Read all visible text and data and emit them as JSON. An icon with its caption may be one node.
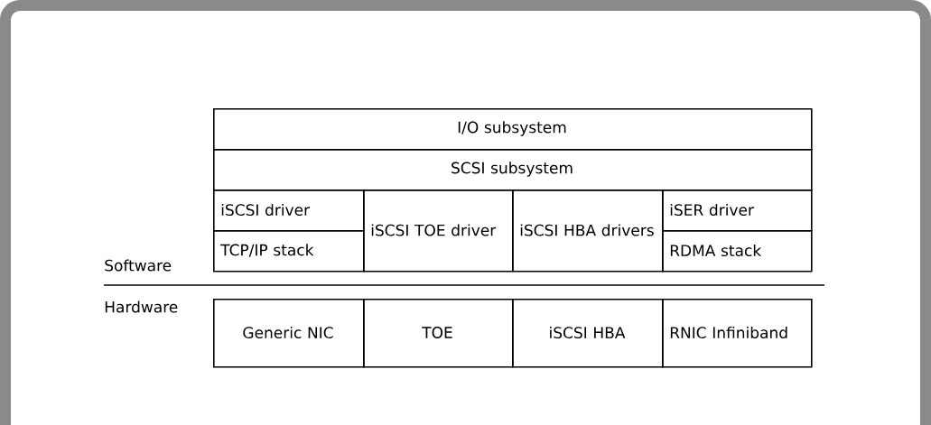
{
  "diagram": {
    "nodes": [
      {
        "text": [
          "I/O subsystem"
        ]
      },
      {
        "text": [
          "SCSI subsystem"
        ]
      },
      {
        "text": [
          "iSCSI driver"
        ]
      },
      {
        "text": [
          "TCP/IP stack"
        ]
      },
      {
        "text": [
          "iSCSI TOE driver"
        ]
      },
      {
        "text": [
          "iSCSI HBA drivers"
        ]
      },
      {
        "text": [
          "iSER driver"
        ]
      },
      {
        "text": [
          "RDMA stack"
        ]
      },
      {
        "text": [
          "Generic NIC"
        ]
      },
      {
        "text": [
          "TOE"
        ]
      },
      {
        "text": [
          "iSCSI HBA"
        ]
      },
      {
        "text": [
          "RNIC Infiniband"
        ]
      }
    ],
    "labels": [
      "Software",
      "Hardware"
    ]
  }
}
